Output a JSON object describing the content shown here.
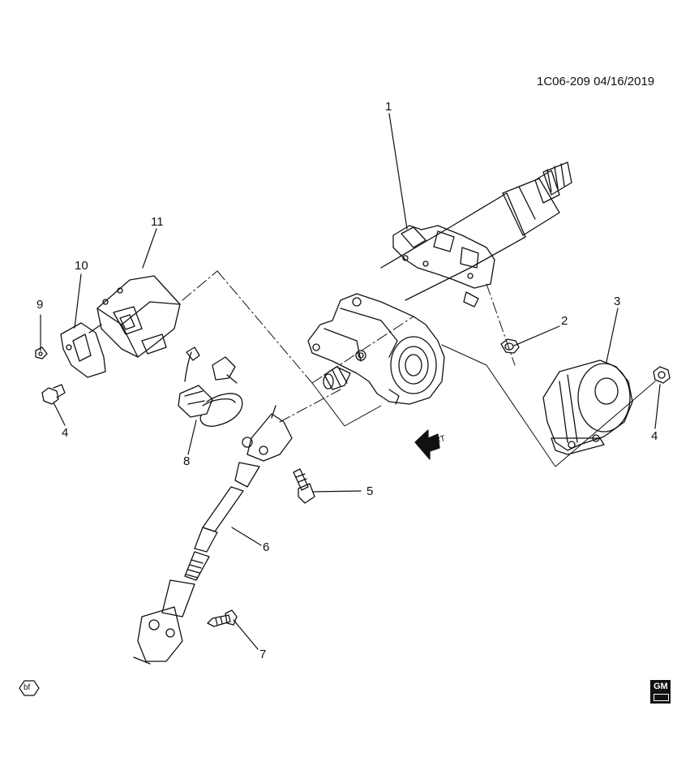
{
  "drawing": {
    "id": "1C06-209",
    "date": "04/16/2019"
  },
  "callouts": [
    "1",
    "2",
    "3",
    "4",
    "4",
    "5",
    "6",
    "7",
    "8",
    "9",
    "10",
    "11"
  ],
  "direction_arrow": {
    "label": "FRT",
    "icon": "front-arrow-icon"
  },
  "logos": {
    "bf": "bf",
    "gm": "GM"
  }
}
